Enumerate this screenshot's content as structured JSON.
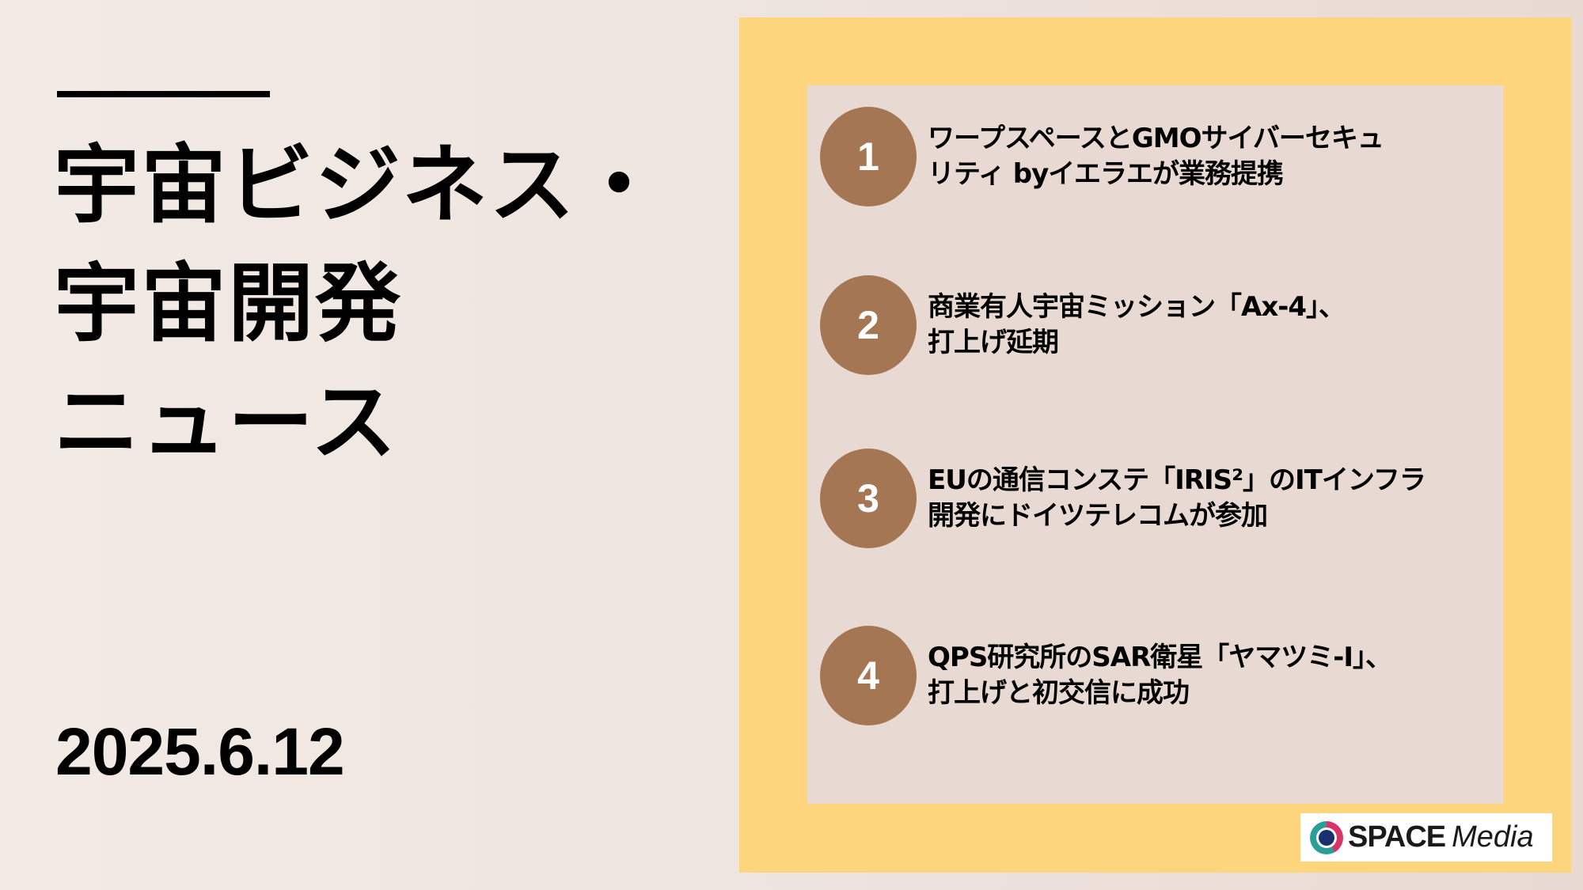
{
  "header": {
    "title_lines": [
      "宇宙ビジネス・",
      "宇宙開発",
      "ニュース"
    ],
    "date": "2025.6.12"
  },
  "news": {
    "items": [
      {
        "number": "1",
        "line1": "ワープスペースとGMOサイバーセキュ",
        "line2": "リティ byイエラエが業務提携"
      },
      {
        "number": "2",
        "line1": "商業有人宇宙ミッション「Ax-4」、",
        "line2": "打上げ延期"
      },
      {
        "number": "3",
        "line1": "EUの通信コンステ「IRIS²」のITインフラ",
        "line2": "開発にドイツテレコムが参加"
      },
      {
        "number": "4",
        "line1": "QPS研究所のSAR衛星「ヤマツミ-Ⅰ」、",
        "line2": "打上げと初交信に成功"
      }
    ]
  },
  "logo": {
    "icon": "space-media-ring-icon",
    "word1": "SPACE",
    "word2": "Media"
  },
  "colors": {
    "background_left": "#F2EAE5",
    "background_right": "#E8DAD2",
    "frame": "#FDD57C",
    "panel": "#E8DAD2",
    "number_circle": "#A47654",
    "text": "#000000"
  }
}
